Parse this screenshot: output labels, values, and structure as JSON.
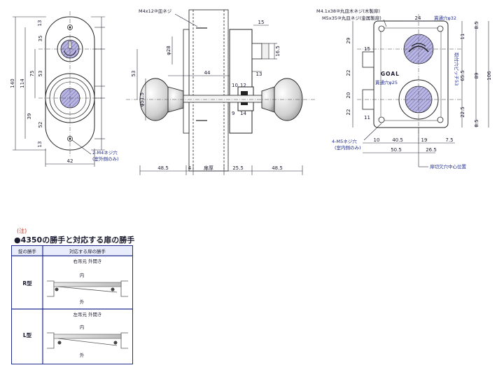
{
  "front_view": {
    "dims_right": [
      "13",
      "35",
      "53",
      "39",
      "52",
      "13"
    ],
    "dims_left": [
      "140",
      "114",
      "75"
    ],
    "width": "42",
    "screw_note": [
      "2-M4ネジ穴",
      "(室外側のみ)"
    ]
  },
  "side_view": {
    "screw_label": "M4x12⑩皿ネジ",
    "dims": [
      "15",
      "16.5",
      "13",
      "44",
      "53",
      "10",
      "12",
      "9",
      "14",
      "φ28",
      "φ51.5"
    ],
    "bottom_dims": [
      "48.5",
      "4",
      "扉厚",
      "25.5",
      "48.5"
    ]
  },
  "back_view": {
    "screw_labels": [
      "M4.1x38⑩丸皿木ネジ(木製扉)",
      "M5x35⑩丸皿ネジ(金属製扉)"
    ],
    "through_hole_top": "貫通穴φ32",
    "through_hole_bottom": "貫通穴φ25",
    "pitch_label": "取付穴ピッチ53",
    "brand": "GOAL",
    "top_dim": "24",
    "left_dims": [
      "29",
      "15",
      "22",
      "20",
      "22",
      "11"
    ],
    "right_dims": [
      "8.5",
      "11",
      "65.5",
      "89",
      "106",
      "22.5",
      "8.5"
    ],
    "bottom_dims": [
      "10",
      "40.5",
      "19",
      "7.5",
      "50.5",
      "26.5"
    ],
    "hole_note": [
      "4-M5ネジ穴",
      "(室内側のみ)"
    ],
    "center_note": "扉切欠穴中心位置"
  },
  "note_mark": "(注)",
  "section_title": "●4350の勝手と対応する扉の勝手",
  "table": {
    "header_col1": "錠の勝手",
    "header_col2": "対応する扉の勝手",
    "rows": [
      {
        "type": "R型",
        "desc": "右吊元 外開き",
        "inside": "内",
        "outside": "外"
      },
      {
        "type": "L型",
        "desc": "左吊元 外開き",
        "inside": "内",
        "outside": "外"
      }
    ]
  }
}
